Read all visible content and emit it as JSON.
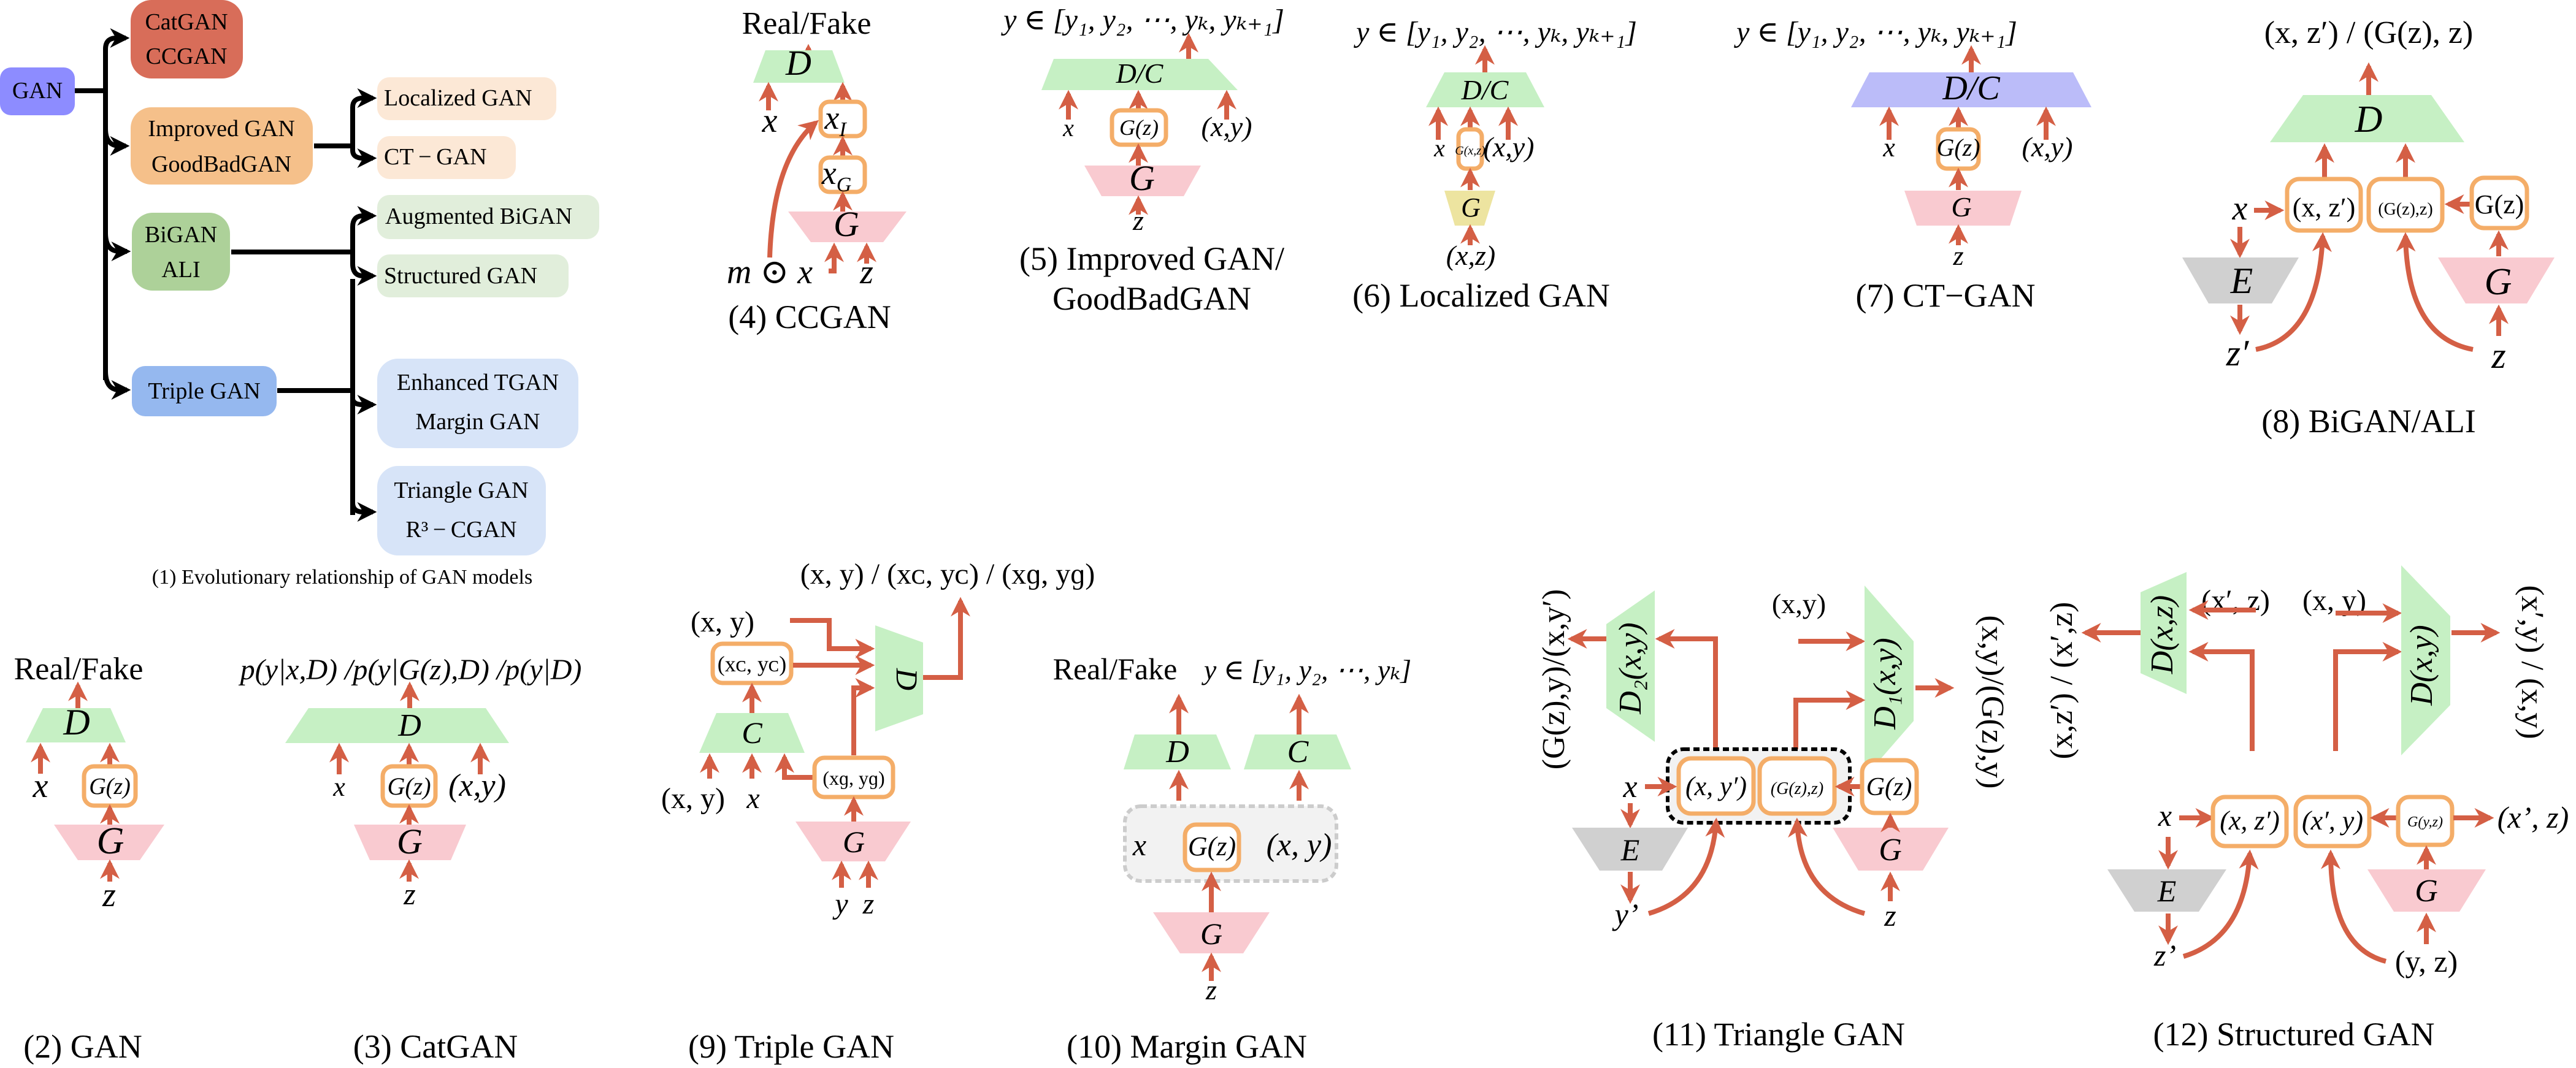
{
  "colors": {
    "arrow": "#d45f45",
    "discriminator": "#c6f0c4",
    "generator": "#f9cad0",
    "encoder": "#d0d0d0",
    "localized_generator": "#ede4a0",
    "ctgan_discriminator": "#bbbcf9",
    "output_box_border": "#f4ad68",
    "tree_gan": "#8d8cff",
    "tree_catgan": "#d86d59",
    "tree_improved": "#f5c08a",
    "tree_improved_children": "#fce8d6",
    "tree_bigan": "#add199",
    "tree_bigan_children": "#e1eedb",
    "tree_triple": "#95b8ef",
    "tree_triple_children": "#d7e4f8"
  },
  "tree": {
    "root": "GAN",
    "level1": [
      {
        "lines": [
          "CatGAN",
          "CCGAN"
        ]
      },
      {
        "lines": [
          "Improved GAN",
          "GoodBadGAN"
        ]
      },
      {
        "lines": [
          "BiGAN",
          "ALI"
        ]
      },
      {
        "lines": [
          "Triple GAN"
        ]
      }
    ],
    "level2": [
      {
        "lines": [
          "Localized GAN"
        ]
      },
      {
        "lines": [
          "CT − GAN"
        ]
      },
      {
        "lines": [
          "Augmented BiGAN"
        ]
      },
      {
        "lines": [
          "Structured GAN"
        ]
      },
      {
        "lines": [
          "Enhanced TGAN",
          "Margin GAN"
        ]
      },
      {
        "lines": [
          "Triangle GAN",
          "R³ − CGAN"
        ]
      }
    ],
    "caption": "(1) Evolutionary relationship of GAN models"
  },
  "panels": {
    "gan": {
      "caption": "(2)  GAN",
      "output": "Real/Fake",
      "d": "D",
      "g": "G",
      "inputs": {
        "x": "x",
        "gz": "G(z)",
        "z": "z"
      }
    },
    "catgan": {
      "caption": "(3)  CatGAN",
      "output": "p(y|x,D) /p(y|G(z),D) /p(y|D)",
      "d": "D",
      "g": "G",
      "inputs": {
        "x": "x",
        "gz": "G(z)",
        "xy": "(x,y)",
        "z": "z"
      }
    },
    "ccgan": {
      "caption": "(4)  CCGAN",
      "output": "Real/Fake",
      "d": "D",
      "g": "G",
      "inputs": {
        "x": "x",
        "xi": "x",
        "xi_sub": "I",
        "xg": "x",
        "xg_sub": "G",
        "mx": "m ⊙ x",
        "z": "z"
      }
    },
    "improved": {
      "caption_line1": "(5)  Improved GAN/",
      "caption_line2": "GoodBadGAN",
      "output": "y ∈ [y₁, y₂, ⋯, yₖ, yₖ₊₁]",
      "d": "D/C",
      "g": "G",
      "inputs": {
        "x": "x",
        "gz": "G(z)",
        "xy": "(x,y)",
        "z": "z"
      }
    },
    "localized": {
      "caption": "(6)  Localized GAN",
      "output": "y ∈ [y₁, y₂, ⋯, yₖ, yₖ₊₁]",
      "d": "D/C",
      "g": "G",
      "inputs": {
        "x": "x",
        "gxz": "G(x,z)",
        "xy": "(x,y)",
        "xz": "(x,z)"
      }
    },
    "ctgan": {
      "caption": "(7)  CT−GAN",
      "output": "y ∈ [y₁, y₂, ⋯, yₖ, yₖ₊₁]",
      "d": "D/C",
      "g": "G",
      "inputs": {
        "x": "x",
        "gz": "G(z)",
        "xy": "(x,y)",
        "z": "z"
      }
    },
    "bigan": {
      "caption": "(8)  BiGAN/ALI",
      "output": "(x, z′) / (G(z), z)",
      "d": "D",
      "e": "E",
      "g": "G",
      "inputs": {
        "x": "x",
        "xz": "(x, z′)",
        "gzz": "(G(z),z)",
        "gz": "G(z)",
        "zp": "z′",
        "z": "z"
      }
    },
    "triple": {
      "caption": "(9)  Triple GAN",
      "output": "(x, y) / (xᴄ, yᴄ) / (xɡ, yɡ)",
      "d": "D",
      "c": "C",
      "g": "G",
      "inputs": {
        "xy_top": "(x, y)",
        "xcyc": "(xᴄ, yᴄ)",
        "xgyg": "(xɡ, yɡ)",
        "xy_bottom": "(x, y)",
        "x": "x",
        "y": "y",
        "z": "z"
      }
    },
    "margin": {
      "caption": "(10)  Margin GAN",
      "output_d": "Real/Fake",
      "output_c": "y ∈ [y₁, y₂, ⋯, yₖ]",
      "d": "D",
      "c": "C",
      "g": "G",
      "inputs": {
        "x": "x",
        "gz": "G(z)",
        "xy": "(x, y)",
        "z": "z"
      }
    },
    "triangle": {
      "caption": "(11)  Triangle GAN",
      "output_left": "(G(z),y)/(x,y′)",
      "output_right": "(x,y)/(G(z),y)",
      "d2": "D₂(x,y)",
      "d1": "D₁(x,y)",
      "e": "E",
      "g": "G",
      "inputs": {
        "xy": "(x,y)",
        "x": "x",
        "xyp": "(x, y′)",
        "gzz": "(G(z),z)",
        "gz": "G(z)",
        "yp": "y’",
        "z": "z"
      }
    },
    "structured": {
      "caption": "(12)  Structured GAN",
      "output_left": "(x,z′) / (x′,z)",
      "output_right": "(x′,y) / (x,y)",
      "dxz": "D(x,z)",
      "dxy": "D(x,y)",
      "e": "E",
      "g": "G",
      "inputs": {
        "xpz_top": "(x′, z)",
        "xy_top": "(x, y)",
        "x": "x",
        "xzp": "(x, z′)",
        "xpy": "(x′, y)",
        "gyz": "G(y,z)",
        "xpz_right": "(x’, z)",
        "zp": "z’",
        "yz": "(y, z)"
      }
    }
  }
}
